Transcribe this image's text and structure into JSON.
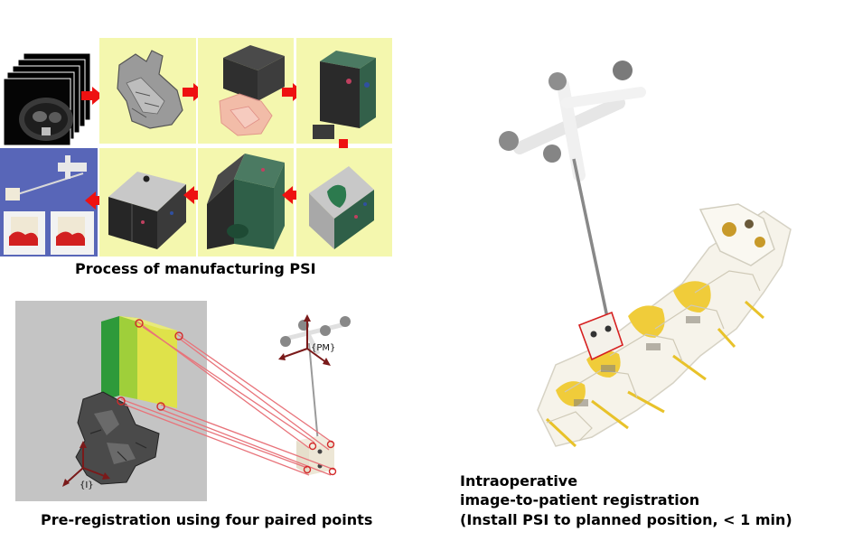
{
  "captions": {
    "process": "Process of manufacturing PSI",
    "preregistration": "Pre-registration using four paired points",
    "intraop_line1": "Intraoperative",
    "intraop_line2": "image-to-patient registration",
    "intraop_line3": "(Install PSI to planned position, < 1 min)"
  },
  "frames": {
    "patient_frame": "{I}",
    "marker_frame": "{PM}"
  },
  "colors": {
    "panel_yellow": "#f4f7ae",
    "arrow_red": "#ee1111",
    "guide_dark": "#2b2b2b",
    "guide_green": "#2f6a4a",
    "ct_background": "#000000",
    "photo_background": "#5866b8",
    "prereg_background": "#c4c4c4",
    "line_red": "#e8737a"
  }
}
